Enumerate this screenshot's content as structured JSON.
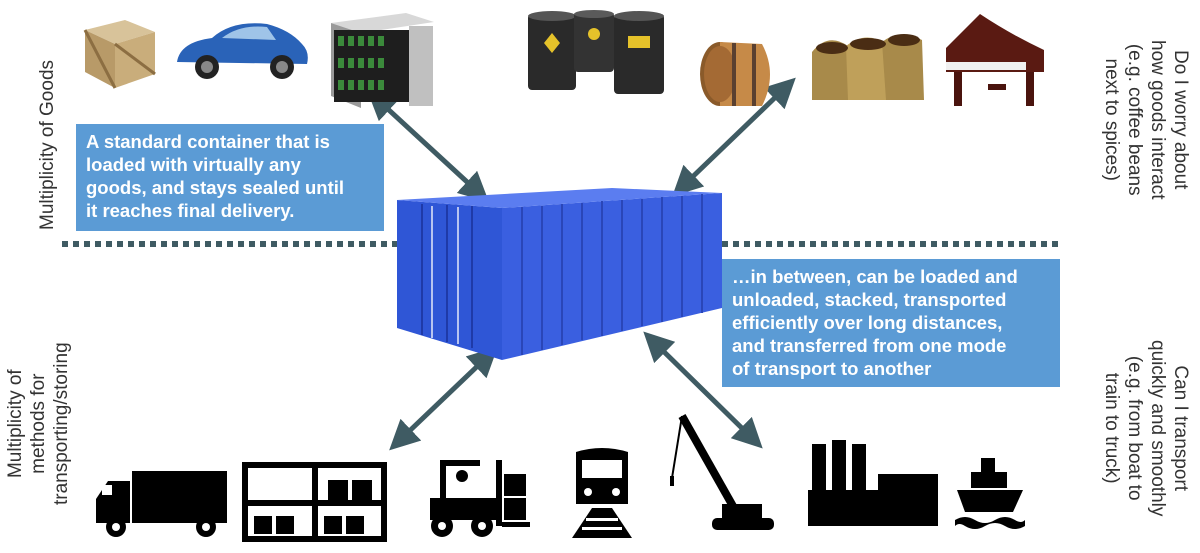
{
  "left_labels": {
    "goods": "Multiplicity of Goods",
    "methods": [
      "Multiplicity of",
      "methods for",
      "transporting/storing"
    ]
  },
  "right_labels": {
    "goods_question": [
      "Do I worry about",
      "how goods interact",
      "(e.g. coffee beans",
      "next to spices)"
    ],
    "transport_question": [
      "Can I transport",
      "quickly and smoothly",
      "(e.g. from boat to",
      "train to truck)"
    ]
  },
  "callouts": {
    "top": [
      "A standard container that is",
      "loaded with virtually any",
      "goods, and stays sealed until",
      "it reaches final delivery."
    ],
    "bottom": [
      "…in between, can be loaded and",
      "unloaded, stacked, transported",
      "efficiently over long distances,",
      "and transferred from one mode",
      "of transport to another"
    ]
  },
  "goods_icons": [
    "wooden-crate-icon",
    "sports-car-icon",
    "server-rack-icon",
    "oil-drums-icon",
    "wooden-barrel-icon",
    "coffee-sacks-icon",
    "grand-piano-icon"
  ],
  "transport_icons": [
    "truck-icon",
    "warehouse-rack-icon",
    "forklift-icon",
    "train-icon",
    "crane-icon",
    "factory-icon",
    "ship-icon"
  ],
  "colors": {
    "callout_bg": "#5b9bd5",
    "container_blue": "#2d4fd0",
    "arrow": "#3f5b63",
    "divider": "#3f5b63",
    "silhouette": "#000000"
  }
}
